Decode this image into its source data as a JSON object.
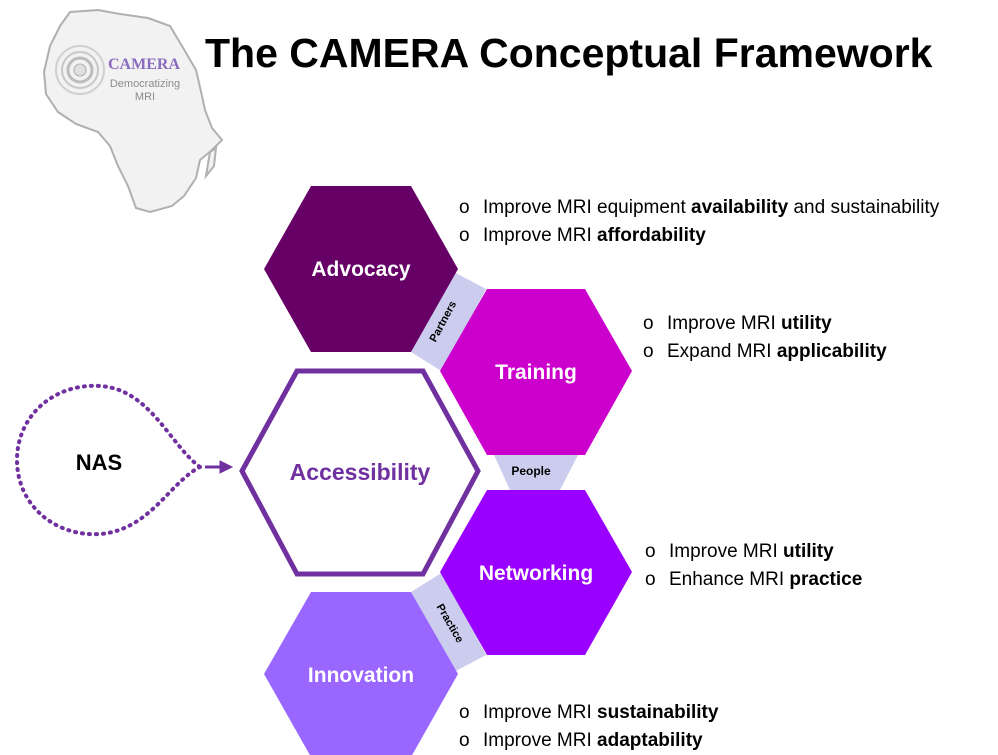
{
  "title": "The CAMERA Conceptual Framework",
  "logo": {
    "name": "CAMERA",
    "tagline_line1": "Democratizing",
    "tagline_line2": "MRI"
  },
  "nodes": {
    "advocacy": {
      "label": "Advocacy",
      "color": "#660066"
    },
    "training": {
      "label": "Training",
      "color": "#cc00cc"
    },
    "accessibility": {
      "label": "Accessibility",
      "color": "#7030a0"
    },
    "networking": {
      "label": "Networking",
      "color": "#9900ff"
    },
    "innovation": {
      "label": "Innovation",
      "color": "#9966ff"
    },
    "nas": {
      "label": "NAS",
      "color": "#7030a0"
    }
  },
  "connectors": {
    "partners": "Partners",
    "people": "People",
    "practice": "Practice",
    "color": "#ccccee"
  },
  "bullet_groups": {
    "advocacy": [
      {
        "marker": "o",
        "text": "Improve MRI equipment ",
        "bold": "availability",
        "tail": " and sustainability"
      },
      {
        "marker": "o",
        "text": "Improve MRI ",
        "bold": "affordability",
        "tail": ""
      }
    ],
    "training": [
      {
        "marker": "o",
        "text": "Improve MRI ",
        "bold": "utility",
        "tail": ""
      },
      {
        "marker": "o",
        "text": "Expand MRI ",
        "bold": "applicability",
        "tail": ""
      }
    ],
    "networking": [
      {
        "marker": "o",
        "text": "Improve MRI ",
        "bold": "utility",
        "tail": ""
      },
      {
        "marker": "o",
        "text": "Enhance MRI ",
        "bold": "practice",
        "tail": ""
      }
    ],
    "innovation": [
      {
        "marker": "o",
        "text": "Improve MRI ",
        "bold": "sustainability",
        "tail": ""
      },
      {
        "marker": "o",
        "text": "Improve MRI ",
        "bold": "adaptability",
        "tail": ""
      }
    ]
  }
}
